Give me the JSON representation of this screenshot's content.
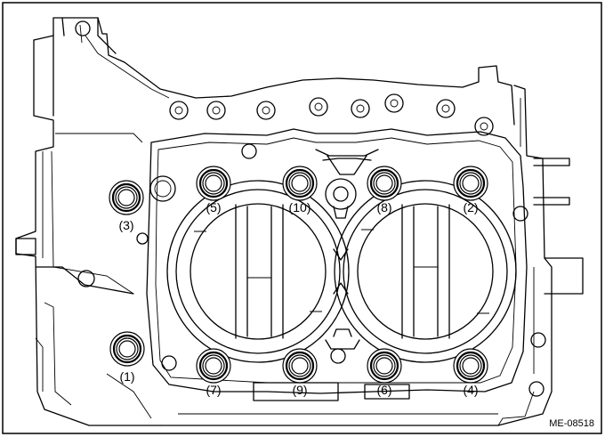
{
  "figure": {
    "code": "ME-08518",
    "bolts": [
      {
        "id": "bolt-1",
        "label": "(1)"
      },
      {
        "id": "bolt-2",
        "label": "(2)"
      },
      {
        "id": "bolt-3",
        "label": "(3)"
      },
      {
        "id": "bolt-4",
        "label": "(4)"
      },
      {
        "id": "bolt-5",
        "label": "(5)"
      },
      {
        "id": "bolt-6",
        "label": "(6)"
      },
      {
        "id": "bolt-7",
        "label": "(7)"
      },
      {
        "id": "bolt-8",
        "label": "(8)"
      },
      {
        "id": "bolt-9",
        "label": "(9)"
      },
      {
        "id": "bolt-10",
        "label": "(10)"
      }
    ]
  }
}
